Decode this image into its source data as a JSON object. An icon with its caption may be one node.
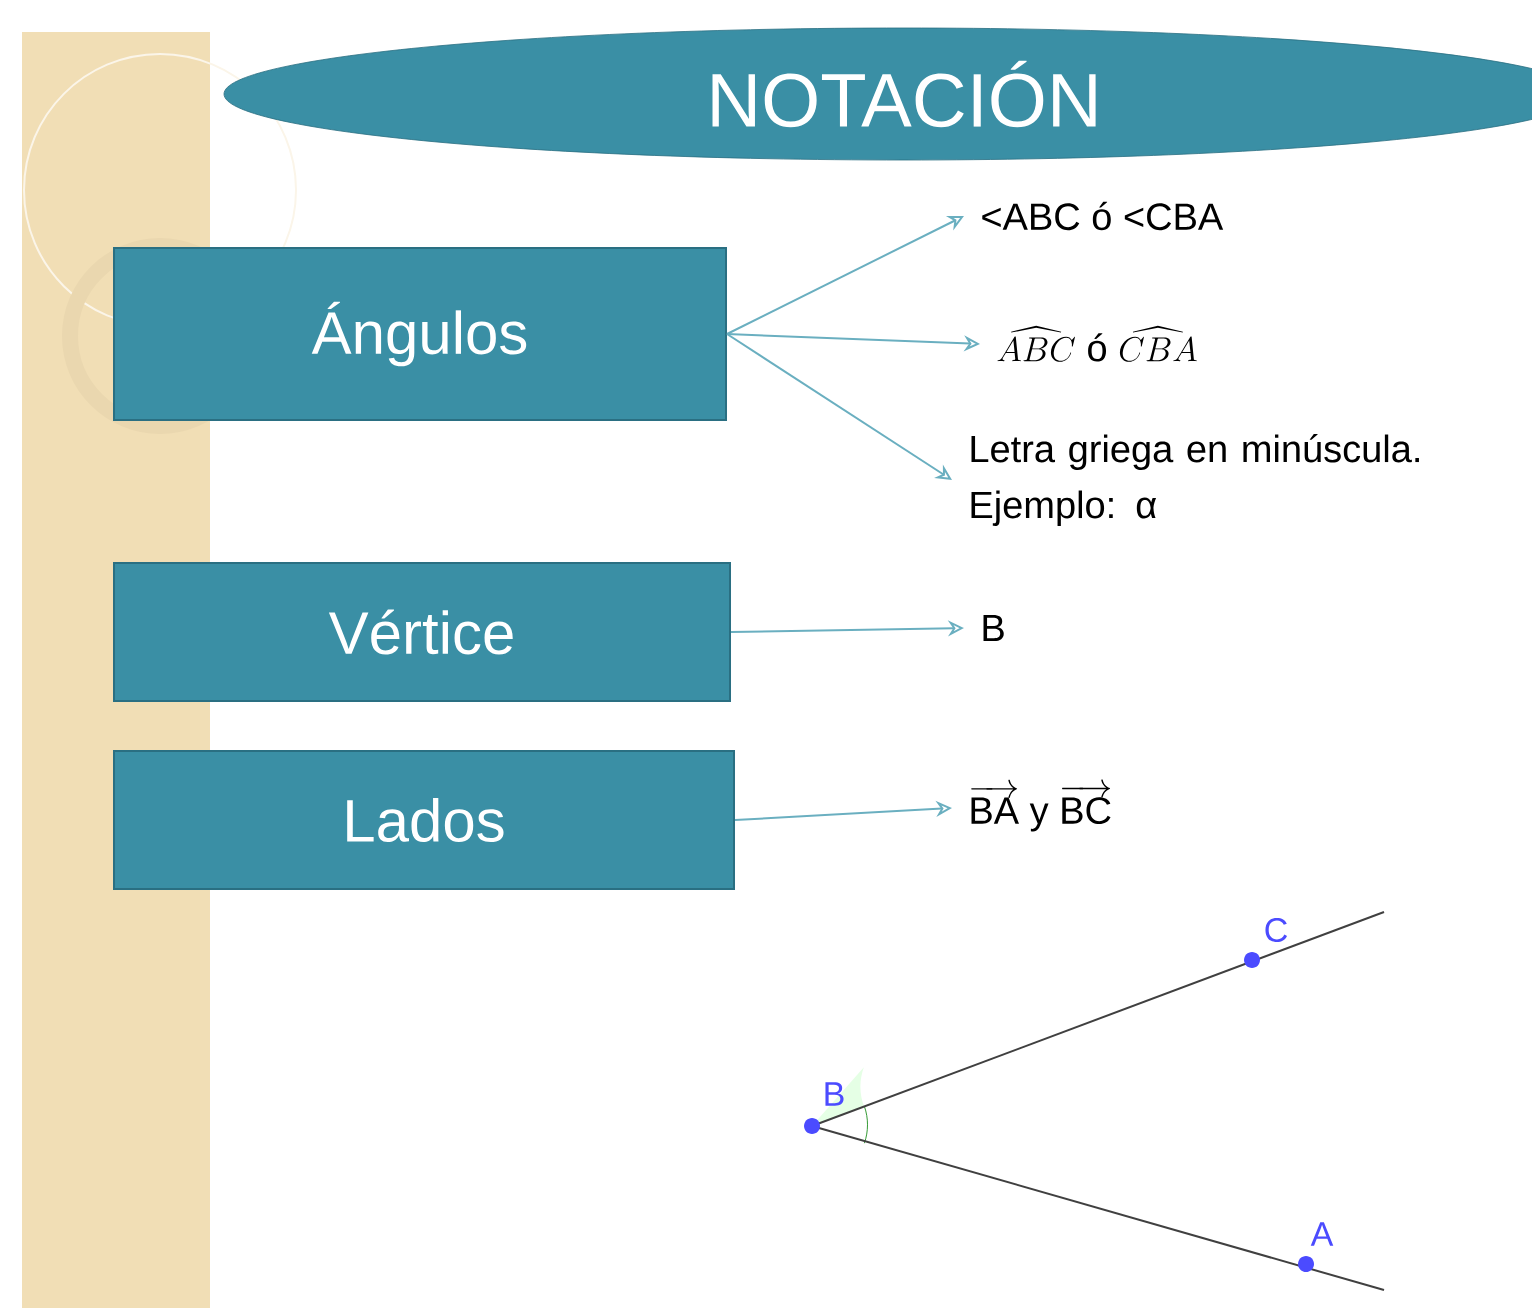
{
  "diagram": {
    "nodes": [
      {
        "text": [
          "NOTACIÓN"
        ]
      },
      {
        "text": [
          "Ángulos"
        ]
      },
      {
        "text": [
          "Vértice"
        ]
      },
      {
        "text": [
          "Lados"
        ]
      },
      {
        "text": [
          "<ABC ó <CBA"
        ]
      },
      {
        "text": [
          "\\widehat{ABC}\\ \\text{ó}\\ \\widehat{CBA}"
        ]
      },
      {
        "text": [
          "Letra griega en minúscula. Ejemplo: α"
        ]
      },
      {
        "text": [
          "B"
        ]
      },
      {
        "text": [
          "\\overrightarrow{\\mathsf{BA}}\\ \\text{y}\\ \\overrightarrow{\\mathsf{BC}}"
        ]
      }
    ],
    "edges": [
      {
        "from": 1,
        "to": 4,
        "arrow": "to"
      },
      {
        "from": 1,
        "to": 5,
        "arrow": "to"
      },
      {
        "from": 1,
        "to": 6,
        "arrow": "to"
      },
      {
        "from": 2,
        "to": 7,
        "arrow": "to"
      },
      {
        "from": 3,
        "to": 8,
        "arrow": "to"
      }
    ],
    "labels": [
      "C",
      "B",
      "A"
    ]
  }
}
